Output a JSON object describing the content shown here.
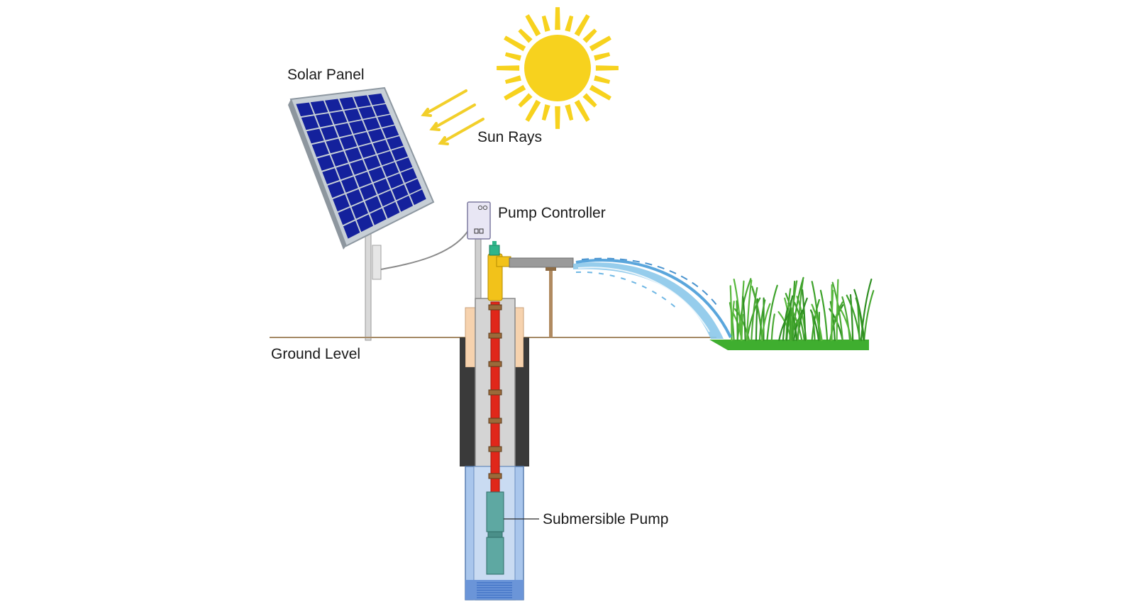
{
  "diagram": {
    "labels": {
      "solar_panel": "Solar Panel",
      "sun_rays": "Sun Rays",
      "pump_controller": "Pump Controller",
      "ground_level": "Ground Level",
      "submersible_pump": "Submersible Pump"
    },
    "colors": {
      "sun": "#f7d21e",
      "sun_rays": "#f2cf2a",
      "panel_cells": "#14219c",
      "panel_frame": "#c7cfd6",
      "ground_line": "#a58a66",
      "casing_dark": "#3a3a3a",
      "casing_light": "#d4d4d4",
      "soil_band": "#f6d2ae",
      "riser_pipe": "#e0271a",
      "riser_couplings": "#9a6a3a",
      "outlet_fitting": "#f2c21a",
      "check_valve": "#2fb58a",
      "water": "#8bc8ea",
      "well_water": "#a9c6ec",
      "pump_body": "#5ea8a2",
      "grass": "#3fae2f",
      "controller_box": "#e8e6f4"
    },
    "icons": [
      "sun-icon",
      "solar-panel-icon",
      "pump-controller-icon",
      "submersible-pump-icon",
      "grass-icon",
      "water-stream-icon"
    ]
  }
}
